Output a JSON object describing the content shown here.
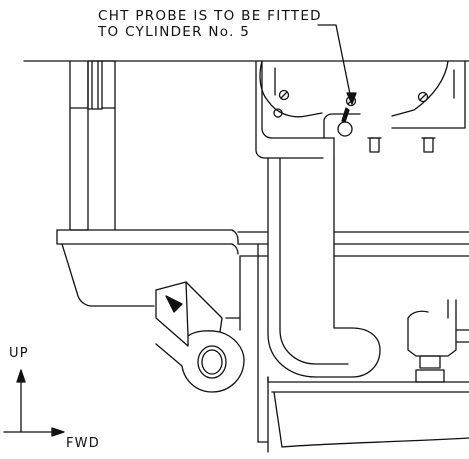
{
  "note": {
    "line1": "CHT PROBE IS TO BE FITTED",
    "line2": "TO CYLINDER No. 5"
  },
  "directions": {
    "up": "UP",
    "forward": "FWD"
  },
  "colors": {
    "ink": "#111111",
    "background": "#ffffff"
  }
}
